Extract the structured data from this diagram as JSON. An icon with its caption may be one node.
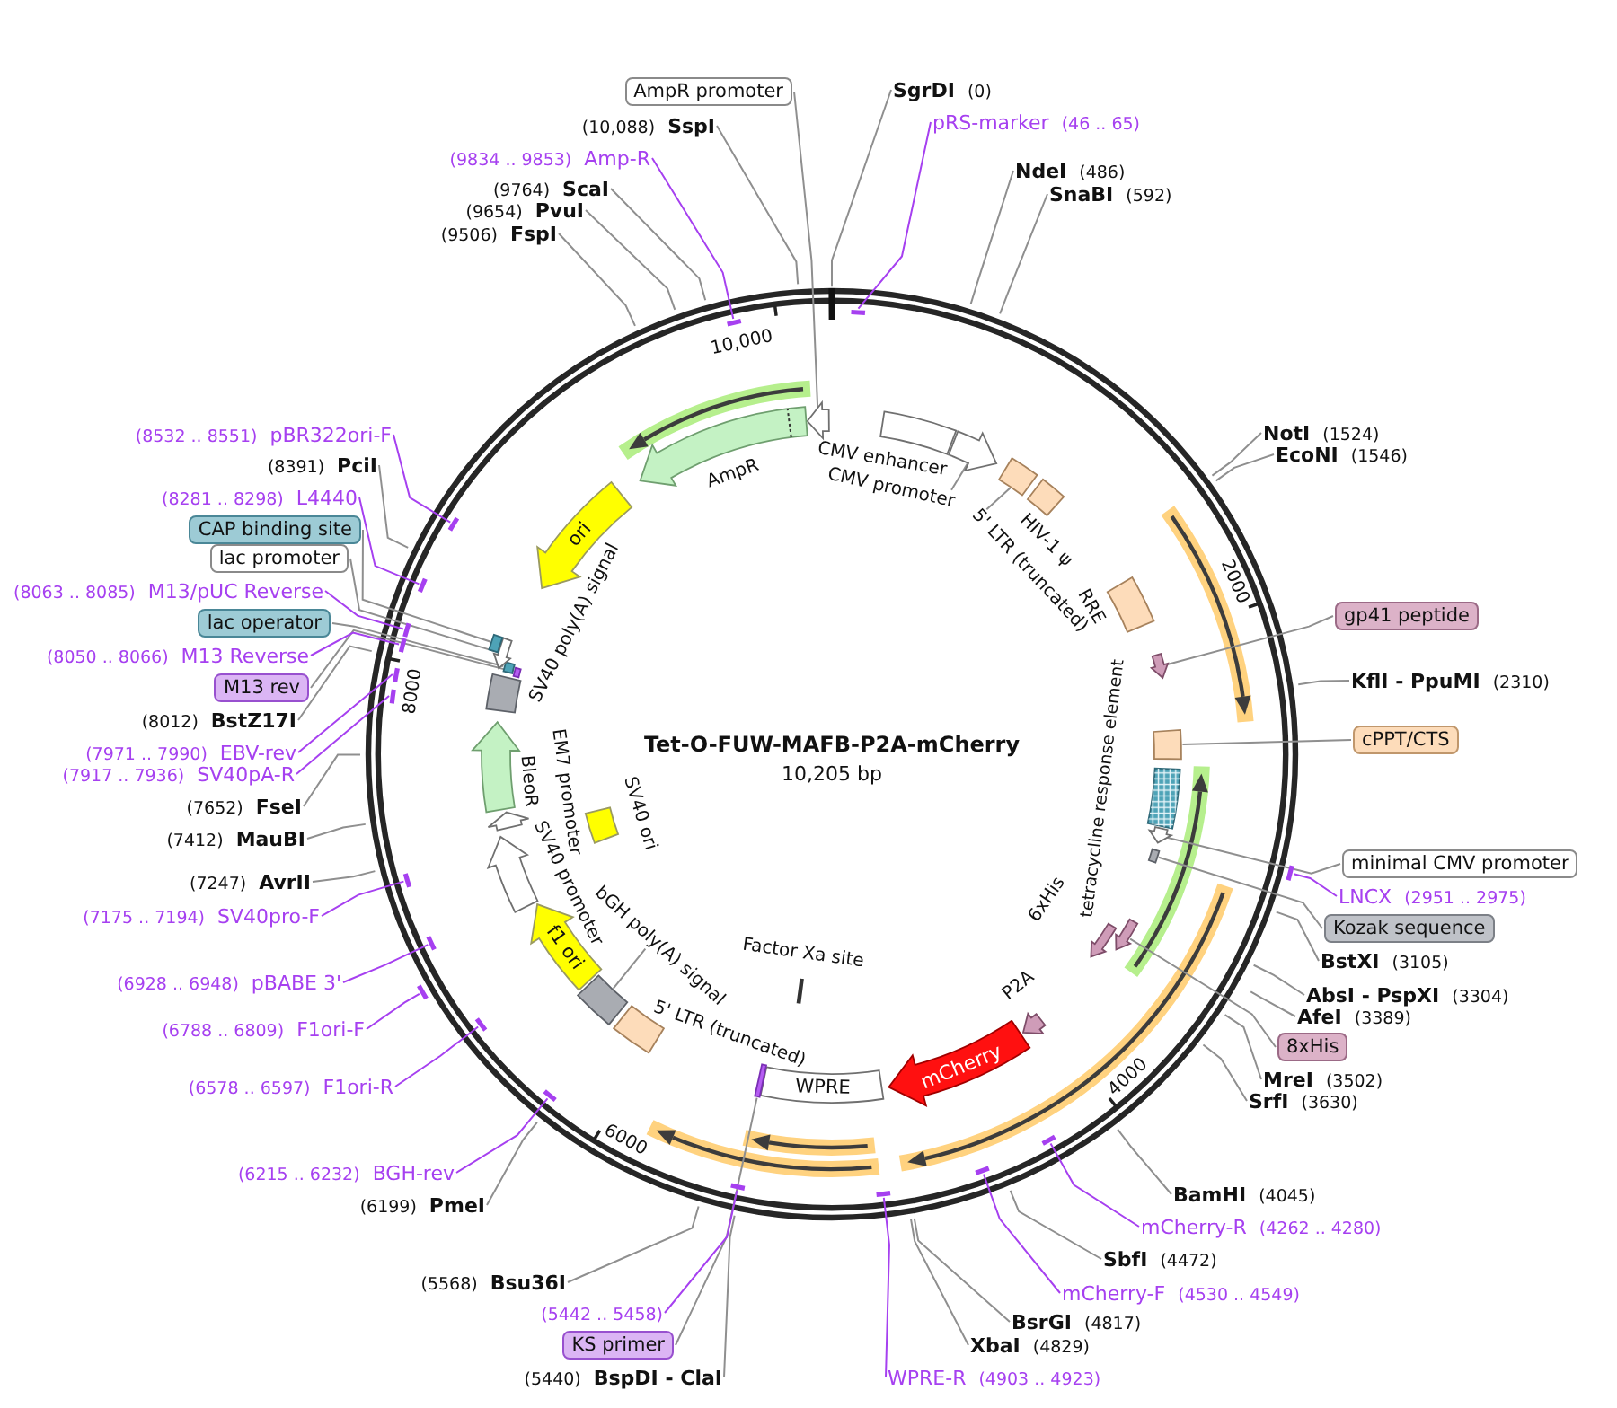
{
  "diagram": {
    "title": "Tet-O-FUW-MAFB-P2A-mCherry",
    "nodes": [
      {
        "text": [
          "AmpR promoter"
        ]
      },
      {
        "text": [
          "SgrDI",
          "(0)"
        ]
      },
      {
        "text": [
          "pRS-marker",
          "(46 .. 65)"
        ]
      },
      {
        "text": [
          "NdeI",
          "(486)"
        ]
      },
      {
        "text": [
          "SnaBI",
          "(592)"
        ]
      },
      {
        "text": [
          "NotI",
          "(1524)"
        ]
      },
      {
        "text": [
          "EcoNI",
          "(1546)"
        ]
      },
      {
        "text": [
          "gp41 peptide"
        ]
      },
      {
        "text": [
          "KflI - PpuMI",
          "(2310)"
        ]
      },
      {
        "text": [
          "cPPT/CTS"
        ]
      },
      {
        "text": [
          "minimal CMV promoter"
        ]
      },
      {
        "text": [
          "LNCX",
          "(2951 .. 2975)"
        ]
      },
      {
        "text": [
          "Kozak sequence"
        ]
      },
      {
        "text": [
          "BstXI",
          "(3105)"
        ]
      },
      {
        "text": [
          "AbsI - PspXI",
          "(3304)"
        ]
      },
      {
        "text": [
          "AfeI",
          "(3389)"
        ]
      },
      {
        "text": [
          "8xHis"
        ]
      },
      {
        "text": [
          "MreI",
          "(3502)"
        ]
      },
      {
        "text": [
          "SrfI",
          "(3630)"
        ]
      },
      {
        "text": [
          "BamHI",
          "(4045)"
        ]
      },
      {
        "text": [
          "mCherry-R",
          "(4262 .. 4280)"
        ]
      },
      {
        "text": [
          "SbfI",
          "(4472)"
        ]
      },
      {
        "text": [
          "mCherry-F",
          "(4530 .. 4549)"
        ]
      },
      {
        "text": [
          "BsrGI",
          "(4817)"
        ]
      },
      {
        "text": [
          "XbaI",
          "(4829)"
        ]
      },
      {
        "text": [
          "WPRE-R",
          "(4903 .. 4923)"
        ]
      },
      {
        "text": [
          "(5440)",
          "BspDI - ClaI"
        ]
      },
      {
        "text": [
          "KS primer"
        ]
      },
      {
        "text": [
          "(5442 .. 5458)"
        ]
      },
      {
        "text": [
          "(5568)",
          "Bsu36I"
        ]
      },
      {
        "text": [
          "(6199)",
          "PmeI"
        ]
      },
      {
        "text": [
          "(6215 .. 6232)",
          "BGH-rev"
        ]
      },
      {
        "text": [
          "(6578 .. 6597)",
          "F1ori-R"
        ]
      },
      {
        "text": [
          "(6788 .. 6809)",
          "F1ori-F"
        ]
      },
      {
        "text": [
          "(6928 .. 6948)",
          "pBABE 3'"
        ]
      },
      {
        "text": [
          "(7175 .. 7194)",
          "SV40pro-F"
        ]
      },
      {
        "text": [
          "(7247)",
          "AvrII"
        ]
      },
      {
        "text": [
          "(7412)",
          "MauBI"
        ]
      },
      {
        "text": [
          "(7652)",
          "FseI"
        ]
      },
      {
        "text": [
          "(7917 .. 7936)",
          "SV40pA-R"
        ]
      },
      {
        "text": [
          "(7971 .. 7990)",
          "EBV-rev"
        ]
      },
      {
        "text": [
          "(8012)",
          "BstZ17I"
        ]
      },
      {
        "text": [
          "M13 rev"
        ]
      },
      {
        "text": [
          "(8050 .. 8066)",
          "M13 Reverse"
        ]
      },
      {
        "text": [
          "lac operator"
        ]
      },
      {
        "text": [
          "(8063 .. 8085)",
          "M13/pUC Reverse"
        ]
      },
      {
        "text": [
          "lac promoter"
        ]
      },
      {
        "text": [
          "CAP binding site"
        ]
      },
      {
        "text": [
          "(8281 .. 8298)",
          "L4440"
        ]
      },
      {
        "text": [
          "(8391)",
          "PciI"
        ]
      },
      {
        "text": [
          "(8532 .. 8551)",
          "pBR322ori-F"
        ]
      },
      {
        "text": [
          "(9834 .. 9853)",
          "Amp-R"
        ]
      },
      {
        "text": [
          "(9506)",
          "FspI"
        ]
      },
      {
        "text": [
          "(9654)",
          "PvuI"
        ]
      },
      {
        "text": [
          "(9764)",
          "ScaI"
        ]
      },
      {
        "text": [
          "(10,088)",
          "SspI"
        ]
      },
      {
        "text": [
          "CMV promoter"
        ]
      },
      {
        "text": [
          "5' LTR (truncated)"
        ]
      },
      {
        "text": [
          "bGH poly(A) signal"
        ]
      },
      {
        "text": [],
        "shape": "arrow"
      },
      {
        "text": [],
        "shape": "arrow",
        "beside": [
          "AmpR"
        ]
      },
      {
        "text": [],
        "shape": "box",
        "beside": [
          "CMV enhancer"
        ]
      },
      {
        "text": [],
        "shape": "arrow"
      },
      {
        "text": [],
        "shape": "box"
      },
      {
        "text": [],
        "shape": "box",
        "beside": [
          "HIV-1 ψ"
        ]
      },
      {
        "text": [],
        "shape": "box",
        "beside": [
          "RRE"
        ]
      },
      {
        "text": [],
        "shape": "arrow"
      },
      {
        "text": [],
        "shape": "box"
      },
      {
        "text": [],
        "shape": "box"
      },
      {
        "text": [],
        "shape": "arrow"
      },
      {
        "text": [],
        "shape": "bar"
      },
      {
        "text": [],
        "shape": "arrow"
      },
      {
        "text": [],
        "shape": "arrow",
        "beside": [
          "6xHis"
        ]
      },
      {
        "text": [],
        "shape": "arrow",
        "beside": [
          "P2A"
        ]
      },
      {
        "text": [
          "mCherry"
        ]
      },
      {
        "text": [
          "WPRE"
        ]
      },
      {
        "text": [],
        "shape": "bar"
      },
      {
        "text": [],
        "shape": "bar",
        "beside": [
          "Factor Xa site"
        ]
      },
      {
        "text": [],
        "shape": "box",
        "beside": [
          "5' LTR (truncated)"
        ]
      },
      {
        "text": [],
        "shape": "box"
      },
      {
        "text": [
          "f1 ori"
        ]
      },
      {
        "text": [],
        "shape": "arrow",
        "beside": [
          "SV40 promoter"
        ]
      },
      {
        "text": [],
        "shape": "box",
        "beside": [
          "SV40 ori"
        ]
      },
      {
        "text": [],
        "shape": "arrow"
      },
      {
        "text": [],
        "shape": "arrow",
        "beside": [
          "BleoR"
        ]
      },
      {
        "text": [],
        "shape": "box",
        "beside": [
          "SV40 poly(A) signal"
        ]
      },
      {
        "text": [],
        "shape": "bar"
      },
      {
        "text": [],
        "shape": "box"
      },
      {
        "text": [],
        "shape": "arrow"
      },
      {
        "text": [],
        "shape": "box"
      },
      {
        "text": [
          "ori"
        ]
      },
      {
        "text": [],
        "shape": "bar"
      },
      {
        "text": [],
        "shape": "bar"
      },
      {
        "text": [],
        "shape": "bar"
      },
      {
        "text": [],
        "shape": "bar"
      },
      {
        "text": [],
        "shape": "bar"
      },
      {
        "text": [],
        "shape": "bar"
      },
      {
        "text": [],
        "shape": "bar"
      },
      {
        "text": [],
        "shape": "bar"
      },
      {
        "text": [],
        "shape": "bar"
      },
      {
        "text": [],
        "shape": "bar"
      },
      {
        "text": [],
        "shape": "bar"
      },
      {
        "text": [],
        "shape": "bar"
      },
      {
        "text": [],
        "shape": "bar"
      },
      {
        "text": [],
        "shape": "bar"
      },
      {
        "text": [],
        "shape": "bar"
      },
      {
        "text": [],
        "shape": "bar"
      },
      {
        "text": [],
        "shape": "bar"
      },
      {
        "text": [],
        "shape": "bar"
      },
      {
        "text": [],
        "shape": "bar"
      }
    ],
    "edges": [
      {
        "from": 0,
        "to": 59,
        "arrow": "none"
      },
      {
        "from": 1,
        "to": 109,
        "arrow": "none"
      },
      {
        "from": 2,
        "to": 91,
        "arrow": "none",
        "color": "#a640f0"
      },
      {
        "from": 3,
        "to": null,
        "arrow": "none"
      },
      {
        "from": 4,
        "to": null,
        "arrow": "none"
      },
      {
        "from": 5,
        "to": null,
        "arrow": "none"
      },
      {
        "from": 6,
        "to": null,
        "arrow": "none"
      },
      {
        "from": 7,
        "to": 66,
        "arrow": "none"
      },
      {
        "from": 8,
        "to": null,
        "arrow": "none"
      },
      {
        "from": 9,
        "to": 67,
        "arrow": "none"
      },
      {
        "from": 10,
        "to": 69,
        "arrow": "none"
      },
      {
        "from": 11,
        "to": 92,
        "arrow": "none",
        "color": "#a640f0"
      },
      {
        "from": 12,
        "to": 70,
        "arrow": "none"
      },
      {
        "from": 13,
        "to": null,
        "arrow": "none"
      },
      {
        "from": 14,
        "to": null,
        "arrow": "none"
      },
      {
        "from": 15,
        "to": null,
        "arrow": "none"
      },
      {
        "from": 16,
        "to": 71,
        "arrow": "none"
      },
      {
        "from": 17,
        "to": null,
        "arrow": "none"
      },
      {
        "from": 18,
        "to": null,
        "arrow": "none"
      },
      {
        "from": 19,
        "to": null,
        "arrow": "none"
      },
      {
        "from": 20,
        "to": 93,
        "arrow": "none",
        "color": "#a640f0"
      },
      {
        "from": 21,
        "to": null,
        "arrow": "none"
      },
      {
        "from": 22,
        "to": 94,
        "arrow": "none",
        "color": "#a640f0"
      },
      {
        "from": 23,
        "to": null,
        "arrow": "none"
      },
      {
        "from": 24,
        "to": null,
        "arrow": "none"
      },
      {
        "from": 25,
        "to": 95,
        "arrow": "none",
        "color": "#a640f0"
      },
      {
        "from": 26,
        "to": null,
        "arrow": "none"
      },
      {
        "from": 27,
        "to": 76,
        "arrow": "none"
      },
      {
        "from": 28,
        "to": 96,
        "arrow": "none",
        "color": "#a640f0"
      },
      {
        "from": 29,
        "to": null,
        "arrow": "none"
      },
      {
        "from": 30,
        "to": null,
        "arrow": "none"
      },
      {
        "from": 31,
        "to": 97,
        "arrow": "none",
        "color": "#a640f0"
      },
      {
        "from": 32,
        "to": 98,
        "arrow": "none",
        "color": "#a640f0"
      },
      {
        "from": 33,
        "to": 99,
        "arrow": "none",
        "color": "#a640f0"
      },
      {
        "from": 34,
        "to": 100,
        "arrow": "none",
        "color": "#a640f0"
      },
      {
        "from": 35,
        "to": 101,
        "arrow": "none",
        "color": "#a640f0"
      },
      {
        "from": 36,
        "to": null,
        "arrow": "none"
      },
      {
        "from": 37,
        "to": null,
        "arrow": "none"
      },
      {
        "from": 38,
        "to": null,
        "arrow": "none"
      },
      {
        "from": 39,
        "to": 102,
        "arrow": "none",
        "color": "#a640f0"
      },
      {
        "from": 40,
        "to": 103,
        "arrow": "none",
        "color": "#a640f0"
      },
      {
        "from": 41,
        "to": null,
        "arrow": "none"
      },
      {
        "from": 42,
        "to": 86,
        "arrow": "none"
      },
      {
        "from": 43,
        "to": 104,
        "arrow": "none",
        "color": "#a640f0"
      },
      {
        "from": 44,
        "to": 87,
        "arrow": "none"
      },
      {
        "from": 45,
        "to": 105,
        "arrow": "none",
        "color": "#a640f0"
      },
      {
        "from": 46,
        "to": 88,
        "arrow": "none"
      },
      {
        "from": 47,
        "to": 89,
        "arrow": "none"
      },
      {
        "from": 48,
        "to": 106,
        "arrow": "none",
        "color": "#a640f0"
      },
      {
        "from": 49,
        "to": null,
        "arrow": "none"
      },
      {
        "from": 50,
        "to": 107,
        "arrow": "none",
        "color": "#a640f0"
      },
      {
        "from": 51,
        "to": 108,
        "arrow": "none",
        "color": "#a640f0"
      },
      {
        "from": 52,
        "to": null,
        "arrow": "none"
      },
      {
        "from": 53,
        "to": null,
        "arrow": "none"
      },
      {
        "from": 54,
        "to": null,
        "arrow": "none"
      },
      {
        "from": 55,
        "to": null,
        "arrow": "none"
      },
      {
        "from": 56,
        "to": 62,
        "arrow": "none"
      },
      {
        "from": 57,
        "to": 63,
        "arrow": "none"
      },
      {
        "from": 58,
        "to": 79,
        "arrow": "none"
      }
    ],
    "labels": [
      "10,000",
      "2000",
      "8000",
      "EM7 promoter",
      "tetracycline response element",
      "10,205 bp",
      "4000",
      "6000"
    ]
  }
}
